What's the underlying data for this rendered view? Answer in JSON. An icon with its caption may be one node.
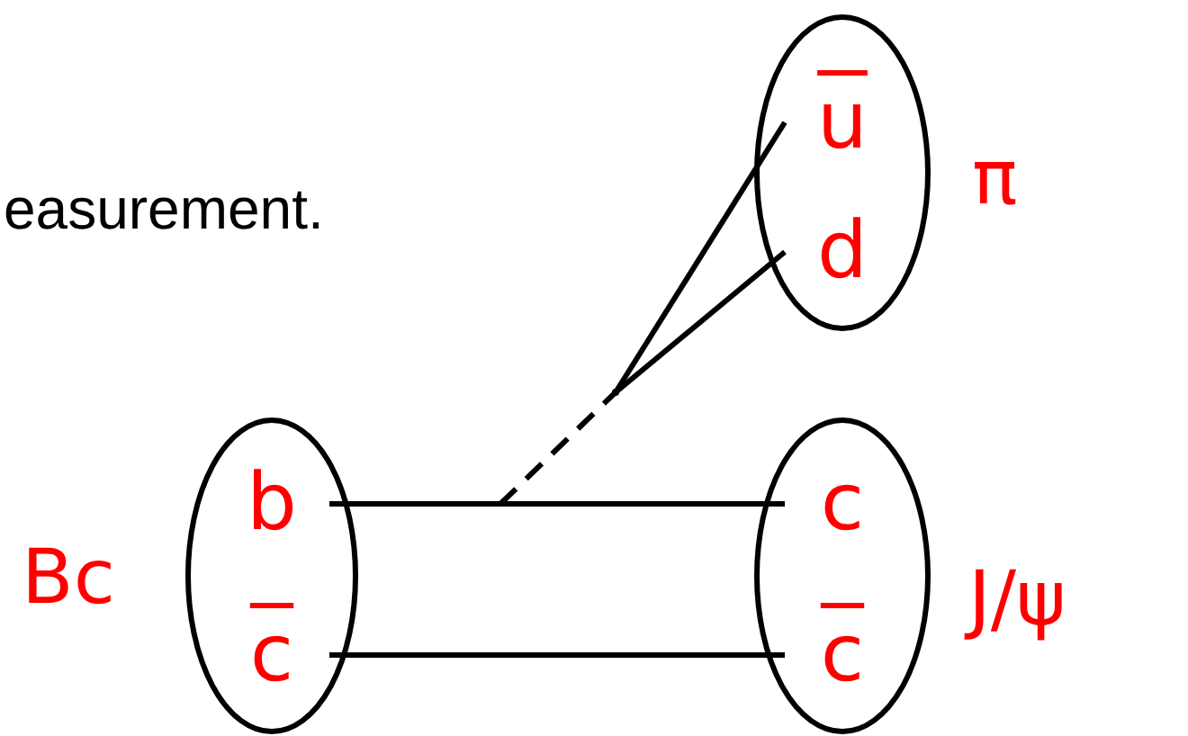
{
  "diagram": {
    "nodes": [
      {
        "text": [],
        "shape": "ellipse",
        "beside": [
          "π"
        ]
      },
      {
        "text": [
          "u"
        ],
        "in": 0
      },
      {
        "text": [
          "d"
        ],
        "in": 0
      },
      {
        "text": [],
        "shape": "point"
      },
      {
        "text": [],
        "shape": "ellipse",
        "beside": [
          "Bc"
        ]
      },
      {
        "text": [
          "b"
        ],
        "in": 4
      },
      {
        "text": [
          "c"
        ],
        "in": 4
      },
      {
        "text": [],
        "shape": "ellipse",
        "beside": [
          "J/ψ"
        ]
      },
      {
        "text": [
          "c"
        ],
        "in": 7
      },
      {
        "text": [
          "c"
        ],
        "in": 7
      }
    ],
    "edges": [
      {
        "from": 5,
        "to": 8,
        "arrow": "none"
      },
      {
        "from": 6,
        "to": 9,
        "arrow": "none"
      },
      {
        "from": null,
        "to": 3,
        "arrow": "none",
        "style": "dashed"
      },
      {
        "from": 3,
        "to": 1,
        "arrow": "none"
      },
      {
        "from": 3,
        "to": 2,
        "arrow": "none"
      }
    ],
    "labels": [
      "easurement."
    ]
  }
}
